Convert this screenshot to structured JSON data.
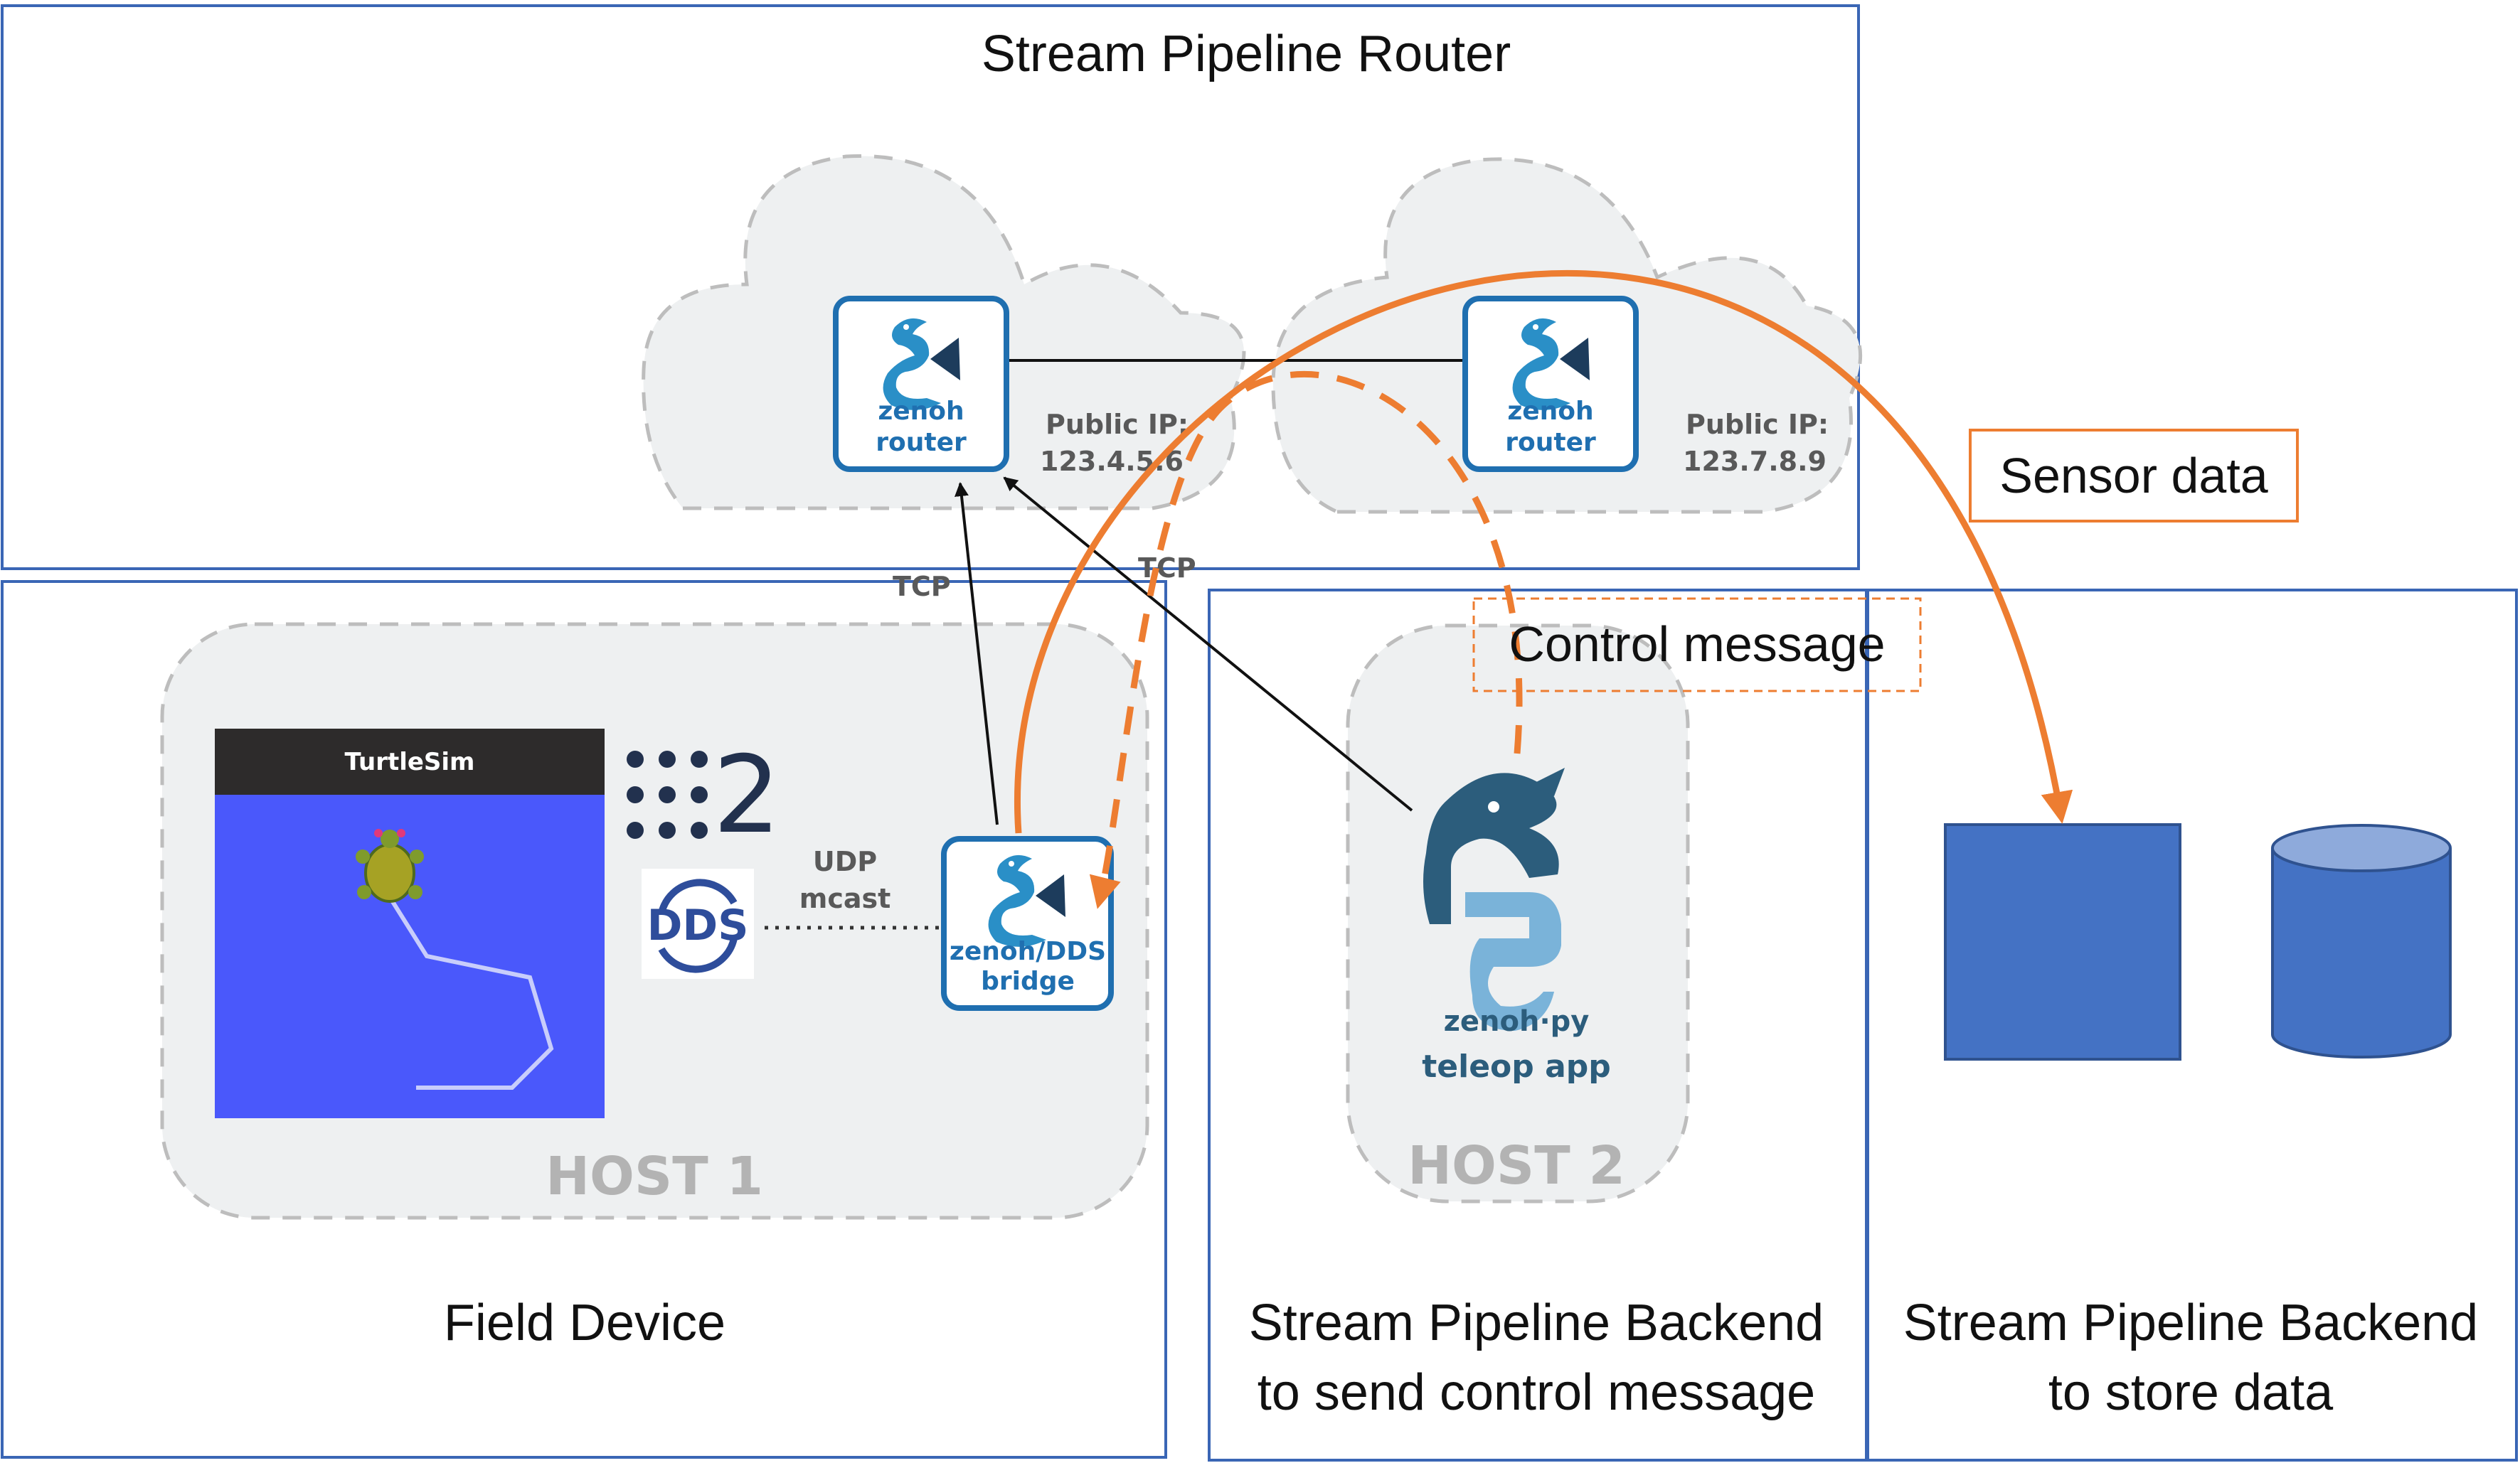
{
  "sections": {
    "router_title": "Stream Pipeline Router",
    "field_title": "Field Device",
    "backend_control_line1": "Stream Pipeline Backend",
    "backend_control_line2": "to send control message",
    "backend_store_line1": "Stream Pipeline Backend",
    "backend_store_line2": "to store data"
  },
  "routers": [
    {
      "name": "zenoh",
      "role": "router",
      "ip_label": "Public IP:",
      "ip": "123.4.5.6"
    },
    {
      "name": "zenoh",
      "role": "router",
      "ip_label": "Public IP:",
      "ip": "123.7.8.9"
    }
  ],
  "bridge": {
    "line1": "zenoh/DDS",
    "line2": "bridge"
  },
  "links": {
    "tcp_left": "TCP",
    "tcp_right": "TCP",
    "udp": "UDP",
    "mcast": "mcast"
  },
  "turtlesim": {
    "title": "TurtleSim"
  },
  "ros_badge": "2",
  "dds_logo": "DDS",
  "teleop": {
    "brand": "zenoh·py",
    "app": "teleop app"
  },
  "hosts": {
    "host1": "HOST 1",
    "host2": "HOST 2"
  },
  "callouts": {
    "sensor": "Sensor data",
    "control": "Control message"
  },
  "colors": {
    "frame_blue": "#3a66b5",
    "flow_orange": "#ed7d31",
    "zenoh_blue": "#1f6fb0",
    "db_blue": "#4472c4",
    "turtlesim_bg": "#4a58fb"
  }
}
